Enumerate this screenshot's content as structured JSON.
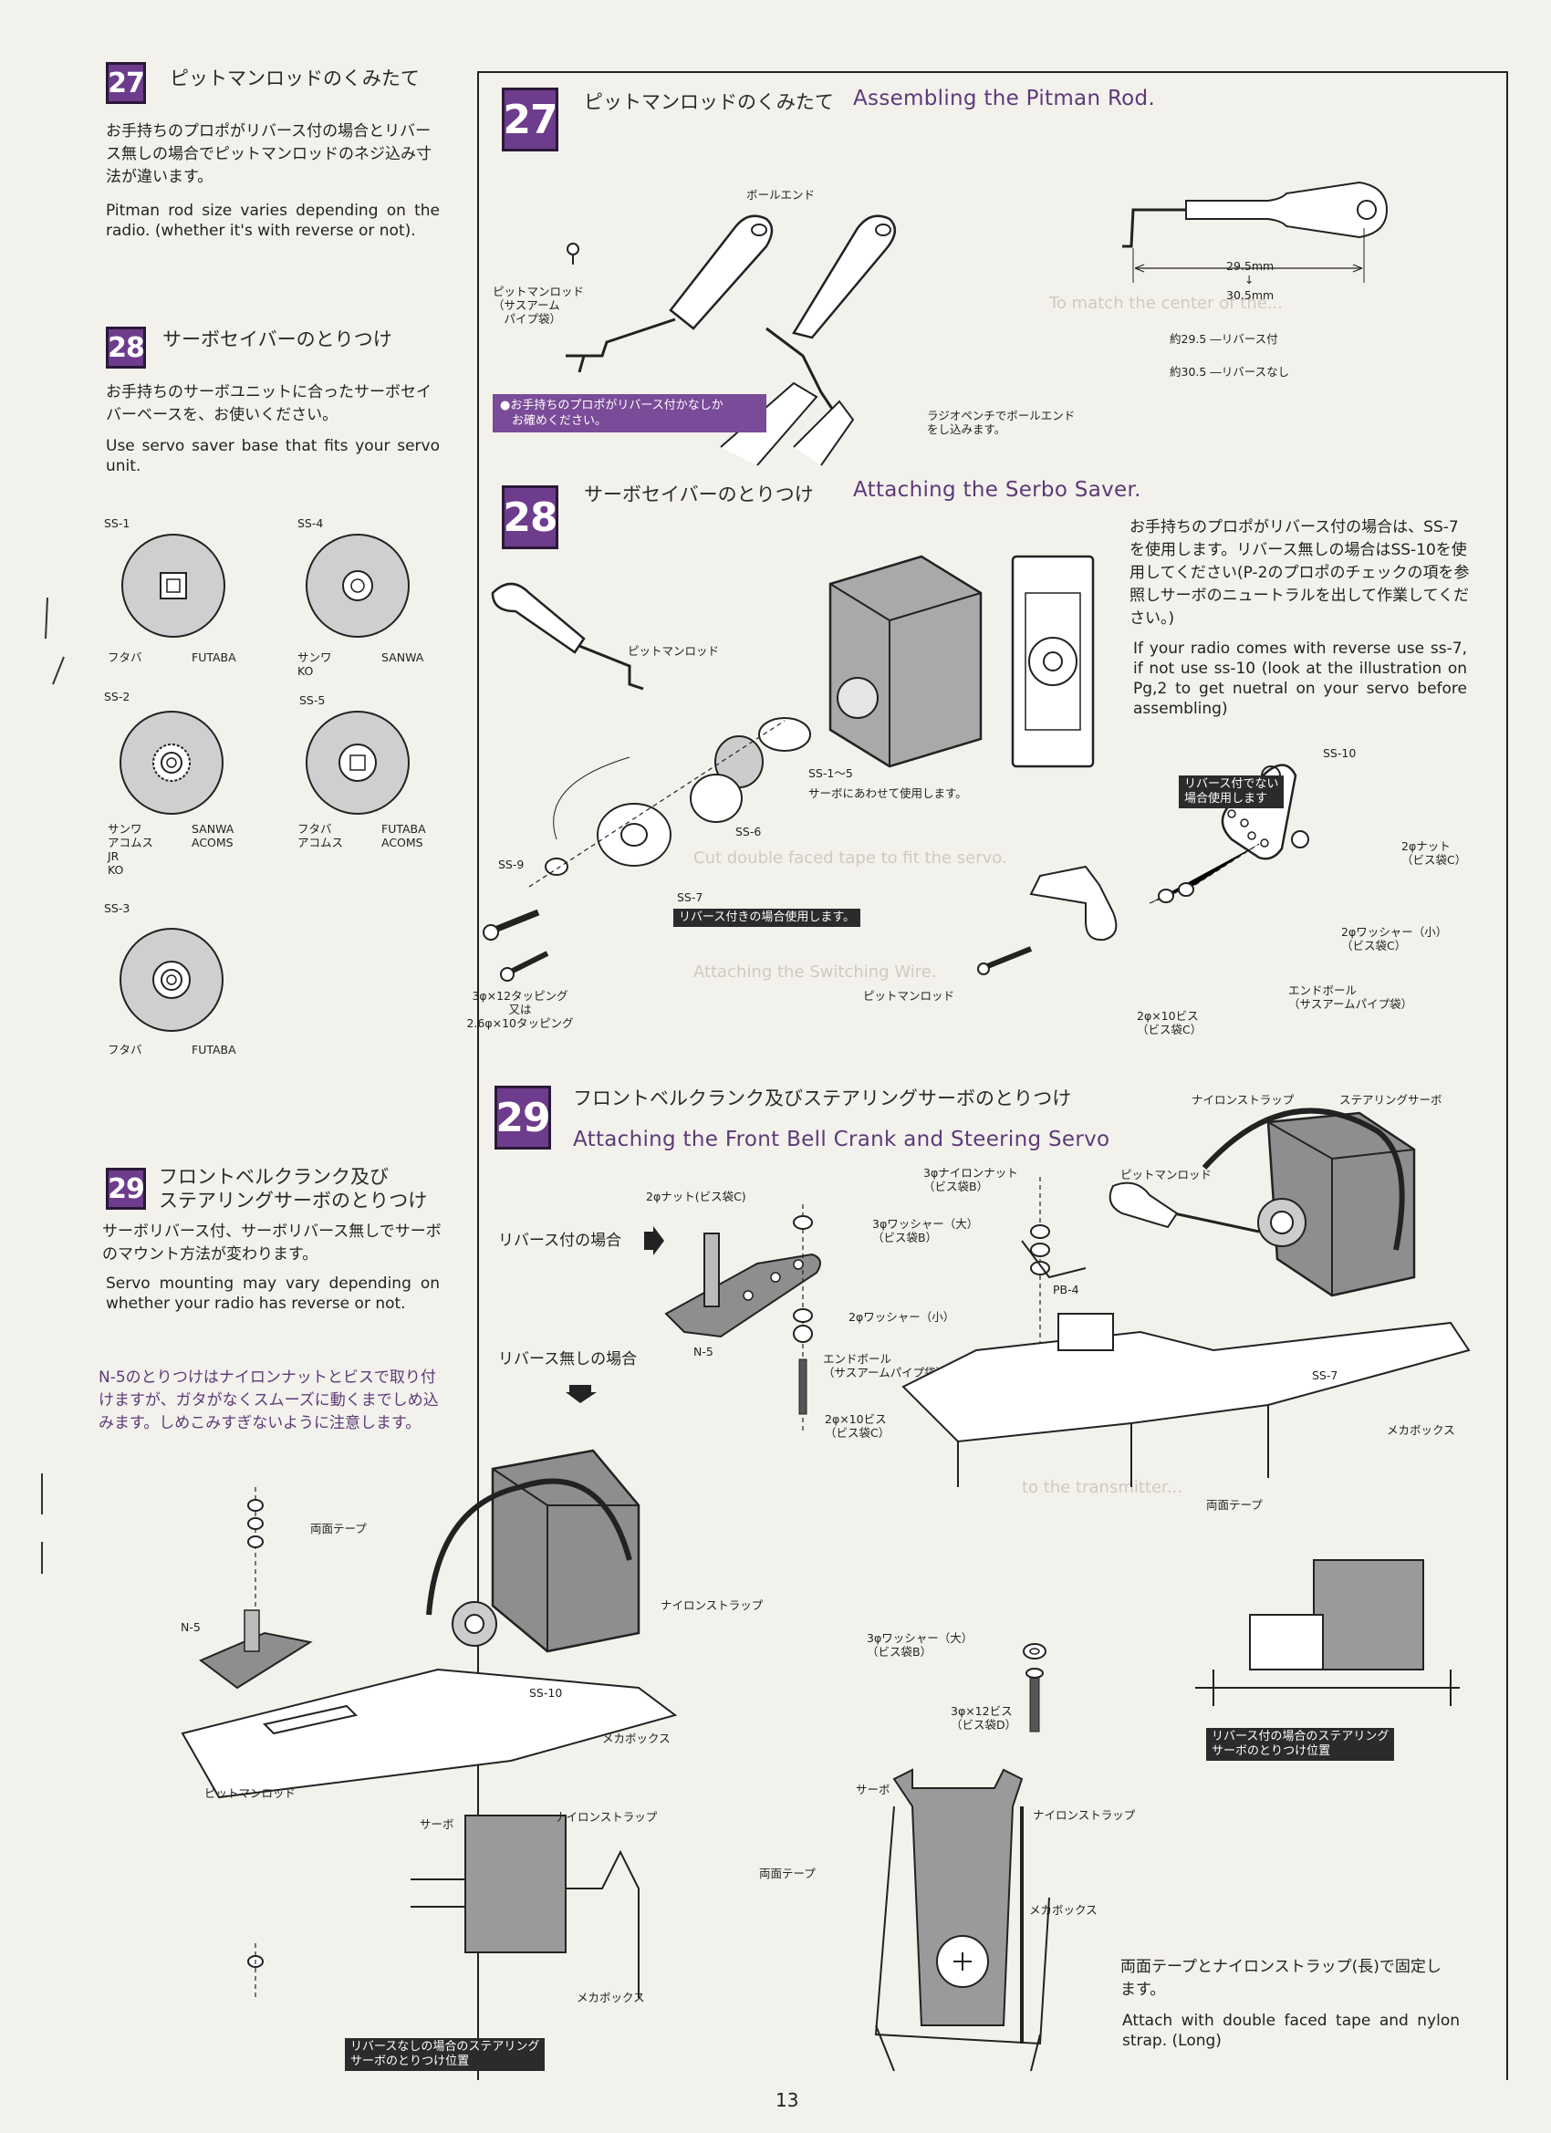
{
  "page_number": "13",
  "left": {
    "s27": {
      "num": "27",
      "title_jp": "ピットマンロッドのくみたて",
      "body_jp": "お手持ちのプロポがリバース付の場合とリバース無しの場合でピットマンロッドのネジ込み寸法が違います。",
      "body_en": "Pitman rod size varies depending on the radio. (whether it's with reverse or not)."
    },
    "s28": {
      "num": "28",
      "title_jp": "サーボセイバーのとりつけ",
      "body_jp": "お手持ちのサーボユニットに合ったサーボセイバーベースを、お使いください。",
      "body_en": "Use servo saver base that fits your servo unit.",
      "savers": [
        {
          "code": "SS-1",
          "brand_jp": "フタバ",
          "brand_en": "FUTABA"
        },
        {
          "code": "SS-4",
          "brand_jp": "サンワ\nKO",
          "brand_en": "SANWA"
        },
        {
          "code": "SS-2",
          "brand_jp": "サンワ\nアコムス\nJR\nKO",
          "brand_en": "SANWA\nACOMS"
        },
        {
          "code": "SS-5",
          "brand_jp": "フタバ\nアコムス",
          "brand_en": "FUTABA\nACOMS"
        },
        {
          "code": "SS-3",
          "brand_jp": "フタバ",
          "brand_en": "FUTABA"
        }
      ]
    },
    "s29": {
      "num": "29",
      "title_jp_1": "フロントベルクランク及び",
      "title_jp_2": "ステアリングサーボのとりつけ",
      "body_jp": "サーボリバース付、サーボリバース無しでサーボのマウント方法が変わります。",
      "body_en": "Servo mounting may vary depending on whether your radio has reverse or not.",
      "note_jp": "N-5のとりつけはナイロンナットとビスで取り付けますが、ガタがなくスムーズに動くまでしめ込みます。しめこみすぎないように注意します。"
    }
  },
  "main": {
    "s27": {
      "num": "27",
      "title_jp": "ピットマンロッドのくみたて",
      "title_en": "Assembling the Pitman Rod.",
      "labels": {
        "ball_end": "ボールエンド",
        "pitman_rod": "ピットマンロッド\n（サスアーム\n　パイプ袋）",
        "pliers": "ラジオペンチでボールエンド\nをし込みます。",
        "dim1": "29.5mm",
        "dim_sep": "↓",
        "dim2": "30.5mm",
        "rev_with": "約29.5 ―リバース付",
        "rev_without": "約30.5 ―リバースなし"
      },
      "note": "●お手持ちのプロポがリバース付かなしか\n　お確めください。"
    },
    "s28": {
      "num": "28",
      "title_jp": "サーボセイバーのとりつけ",
      "title_en": "Attaching the Serbo Saver.",
      "body_jp": "お手持ちのプロポがリバース付の場合は、SS-7を使用します。リバース無しの場合はSS-10を使用してください(P-2のプロポのチェックの項を参照しサーボのニュートラルを出して作業してください。)",
      "body_en": "If your radio comes with reverse use ss-7, if not use ss-10 (look at the illustration on Pg,2 to get nuetral on your servo before assembling)",
      "labels": {
        "pitman_rod": "ピットマンロッド",
        "ss15": "SS-1～5",
        "ss15_note": "サーボにあわせて使用します。",
        "ss6": "SS-6",
        "ss9": "SS-9",
        "ss7": "SS-7",
        "ss7_tag": "リバース付きの場合使用します。",
        "screw": "3φ×12タッピング\n又は\n2.6φ×10タッピング",
        "ss10": "SS-10",
        "ss10_tag": "リバース付でない\n場合使用します",
        "nut": "2φナット\n（ビス袋C）",
        "washer": "2φワッシャー（小）\n（ビス袋C）",
        "end_ball": "エンドボール\n（サスアームパイプ袋）",
        "pitman_rod2": "ピットマンロッド",
        "screw2": "2φ×10ビス\n（ビス袋C）"
      }
    },
    "s29": {
      "num": "29",
      "title_jp": "フロントベルクランク及びステアリングサーボのとりつけ",
      "title_en": "Attaching the Front Bell Crank and Steering Servo",
      "labels": {
        "with_rev": "リバース付の場合",
        "without_rev": "リバース無しの場合",
        "nut2": "2φナット(ビス袋C)",
        "nylon_nut": "3φナイロンナット\n（ビス袋B）",
        "washer_l": "3φワッシャー（大）\n（ビス袋B）",
        "pb4": "PB-4",
        "washer_s": "2φワッシャー（小）",
        "end_ball": "エンドボール\n（サスアームパイプ袋）",
        "screw": "2φ×10ビス\n（ビス袋C）",
        "n5": "N-5",
        "nylon_strap": "ナイロンストラップ",
        "steering_servo": "ステアリングサーボ",
        "pitman_rod": "ピットマンロッド",
        "ss7": "SS-7",
        "mecha_box": "メカボックス",
        "double_tape": "両面テープ",
        "rev_mount_tag": "リバース付の場合のステアリング\nサーボのとりつけ位置",
        "double_tape2": "両面テープ",
        "nylon_strap2": "ナイロンストラップ",
        "n5b": "N-5",
        "ss10": "SS-10",
        "mecha_box2": "メカボックス",
        "pitman_rod2": "ピットマンロッド",
        "servo": "サーボ",
        "nylon_strap3": "ナイロンストラップ",
        "mecha_box3": "メカボックス",
        "norev_tag": "リバースなしの場合のステアリング\nサーボのとりつけ位置",
        "washer_l2": "3φワッシャー（大）\n（ビス袋B）",
        "screw3": "3φ×12ビス\n（ビス袋D）",
        "servo2": "サーボ",
        "nylon_strap4": "ナイロンストラップ",
        "double_tape3": "両面テープ",
        "mecha_box4": "メカボックス"
      },
      "footer_jp": "両面テープとナイロンストラップ(長)で固定します。",
      "footer_en": "Attach with double faced tape and nylon strap. (Long)"
    }
  }
}
